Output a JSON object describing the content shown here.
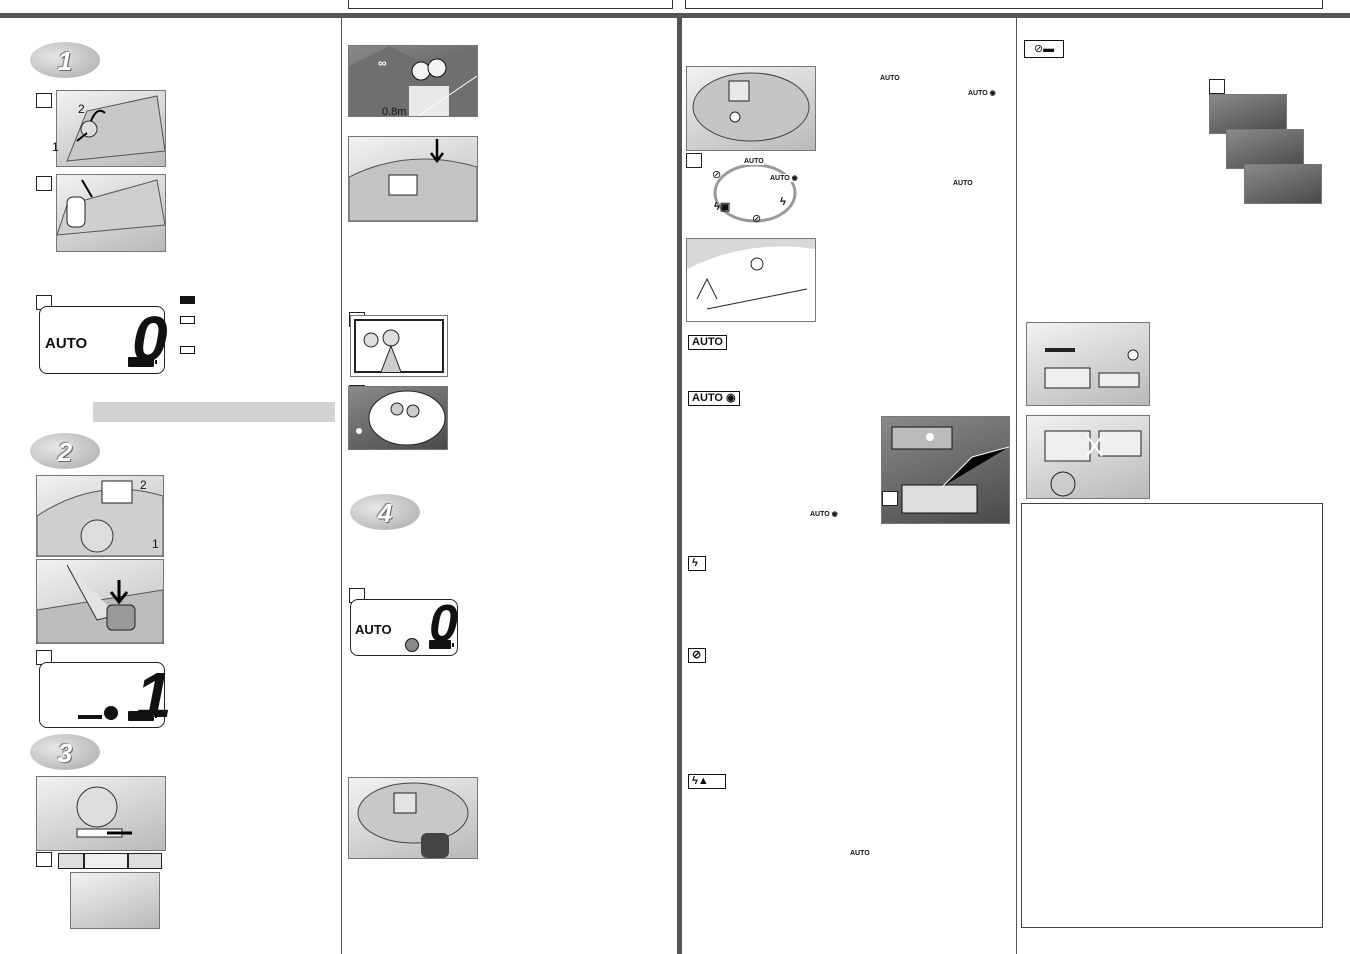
{
  "lcd": {
    "mode": "AUTO",
    "count_initial": "0",
    "count_loaded": "1"
  },
  "steps": {
    "one": "1",
    "two": "2",
    "three": "3",
    "four": "4"
  },
  "callouts": {
    "arrow_1": "1",
    "arrow_2": "2",
    "arrow_1b": "1",
    "arrow_2b": "2",
    "infinity": "∞",
    "distance": "0.8m"
  },
  "modes": {
    "auto": "AUTO",
    "auto_redeye": "AUTO ◉",
    "cycle_auto": "AUTO",
    "cycle_auto_redeye": "AUTO ◉"
  },
  "icons": [
    "battery-full-icon",
    "battery-half-icon",
    "battery-empty-icon",
    "flash-icon",
    "flash-off-icon",
    "night-portrait-icon",
    "landscape-icon",
    "self-timer-icon"
  ]
}
